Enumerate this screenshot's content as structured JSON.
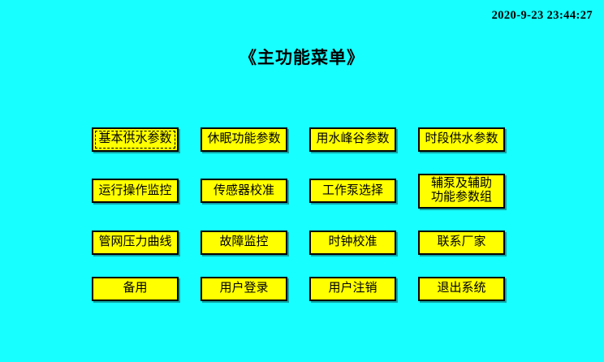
{
  "header": {
    "timestamp": "2020-9-23 23:44:27"
  },
  "title": "《主功能菜单》",
  "menu": {
    "buttons": [
      {
        "label": "基本供水参数"
      },
      {
        "label": "休眠功能参数"
      },
      {
        "label": "用水峰谷参数"
      },
      {
        "label": "时段供水参数"
      },
      {
        "label": "运行操作监控"
      },
      {
        "label": "传感器校准"
      },
      {
        "label": "工作泵选择"
      },
      {
        "label": "辅泵及辅助\n功能参数组"
      },
      {
        "label": "管网压力曲线"
      },
      {
        "label": "故障监控"
      },
      {
        "label": "时钟校准"
      },
      {
        "label": "联系厂家"
      },
      {
        "label": "备用"
      },
      {
        "label": "用户登录"
      },
      {
        "label": "用户注销"
      },
      {
        "label": "退出系统"
      }
    ]
  },
  "colors": {
    "background": "#18FFFF",
    "button": "#FFFF00",
    "text": "#000000"
  }
}
